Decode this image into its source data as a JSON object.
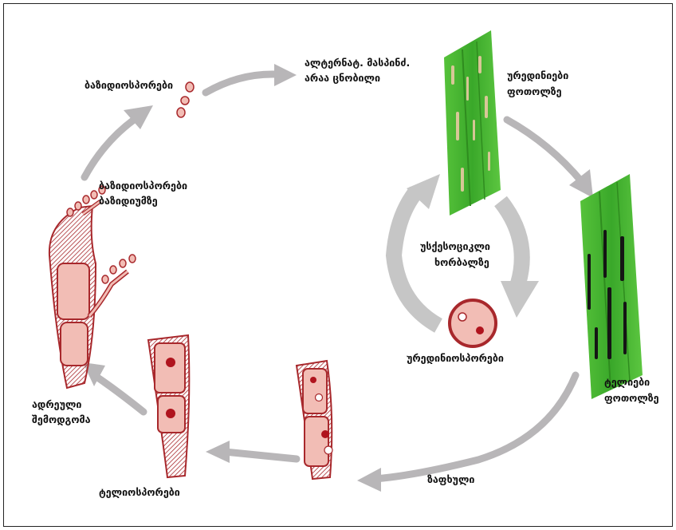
{
  "labels": {
    "basidiospores": "ბაზიდიოსპორები",
    "alt_host": "ალტერნატ. მასპინძ.",
    "alt_host_unknown": "არაა ცნობილი",
    "uredinia_line1": "ურედინიები",
    "uredinia_line2": "ფოთოლზე",
    "basidiospores_on_basidium_line1": "ბაზიდიოსპორები",
    "basidiospores_on_basidium_line2": "ბაზიდიუმზე",
    "asexual_cycle_line1": "უსქესოციკლი",
    "asexual_cycle_line2": "ხორბალზე",
    "urediniospores": "ურედინიოსპორები",
    "telia_line1": "ტელიები",
    "telia_line2": "ფოთოლზე",
    "early_autumn_line1": "ადრეული",
    "early_autumn_line2": "შემოდგომა",
    "summer": "ზაფხული",
    "teliospores": "ტელიოსპორები"
  },
  "colors": {
    "arrow": "#b8b6b8",
    "cycle_arrow": "#c6c6c6",
    "cell_fill": "#f2bdb5",
    "cell_outline": "#a8282c",
    "leaf_green": "#3fb02e",
    "spore_dot": "#b0141e"
  }
}
